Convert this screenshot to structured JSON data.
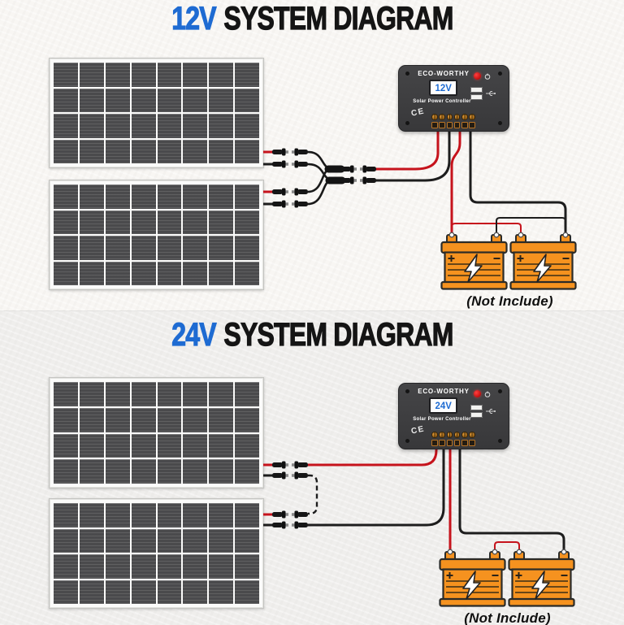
{
  "colors": {
    "accent_blue": "#1e6bd2",
    "wire_red": "#c6131c",
    "wire_black": "#1d1d1d",
    "battery_orange": "#f5921f",
    "controller_body": "#3b3b3d"
  },
  "sections": [
    {
      "id": "12v-system",
      "title": {
        "voltage": "12V",
        "text": "SYSTEM DIAGRAM"
      },
      "controller": {
        "brand": "ECO-WORTHY",
        "display_voltage": "12V",
        "subtitle": "Solar Power Controller",
        "ce_mark": "CE"
      },
      "battery_note": "(Not Include)"
    },
    {
      "id": "24v-system",
      "title": {
        "voltage": "24V",
        "text": "SYSTEM DIAGRAM"
      },
      "controller": {
        "brand": "ECO-WORTHY",
        "display_voltage": "24V",
        "subtitle": "Solar Power Controller",
        "ce_mark": "CE"
      },
      "battery_note": "(Not Include)"
    }
  ]
}
